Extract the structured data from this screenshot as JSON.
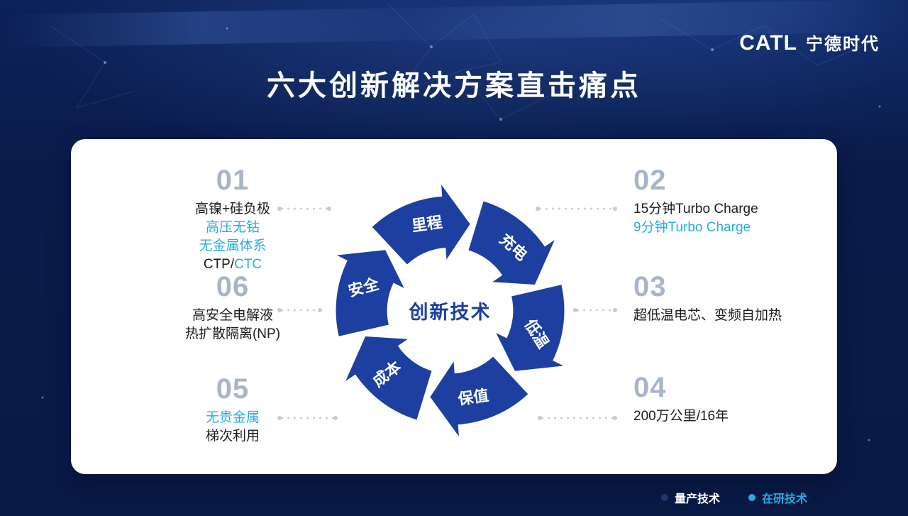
{
  "page": {
    "title": "六大创新解决方案直击痛点",
    "logo": {
      "latin": "CATL",
      "chinese": "宁德时代"
    }
  },
  "colors": {
    "arrow_blue": "#1C3FA0",
    "light_blue": "#29ABE2",
    "number_gray": "#A8B5C9",
    "dark_text": "#1B1B1B",
    "background_navy": "#0A1C4A",
    "legend_navy_dot": "#23356F",
    "leader_gray": "#C5CBD6"
  },
  "diagram": {
    "center_label": "创新技术",
    "segments": [
      {
        "label": "里程"
      },
      {
        "label": "充电"
      },
      {
        "label": "低温"
      },
      {
        "label": "保值"
      },
      {
        "label": "成本"
      },
      {
        "label": "安全"
      }
    ]
  },
  "items": [
    {
      "number": "01",
      "lines": [
        [
          {
            "text": "高镍+硅负极",
            "status": "production"
          }
        ],
        [
          {
            "text": "高压无钴",
            "status": "research"
          }
        ],
        [
          {
            "text": "无金属体系",
            "status": "research"
          }
        ],
        [
          {
            "text": "CTP/",
            "status": "production"
          },
          {
            "text": "CTC",
            "status": "research"
          }
        ]
      ]
    },
    {
      "number": "02",
      "lines": [
        [
          {
            "text": "15分钟Turbo Charge",
            "status": "production"
          }
        ],
        [
          {
            "text": "9分钟Turbo Charge",
            "status": "research"
          }
        ]
      ]
    },
    {
      "number": "03",
      "lines": [
        [
          {
            "text": "超低温电芯、变频自加热",
            "status": "production"
          }
        ]
      ]
    },
    {
      "number": "04",
      "lines": [
        [
          {
            "text": "200万公里/16年",
            "status": "production"
          }
        ]
      ]
    },
    {
      "number": "05",
      "lines": [
        [
          {
            "text": "无贵金属",
            "status": "research"
          }
        ],
        [
          {
            "text": "梯次利用",
            "status": "production"
          }
        ]
      ]
    },
    {
      "number": "06",
      "lines": [
        [
          {
            "text": "高安全电解液",
            "status": "production"
          }
        ],
        [
          {
            "text": "热扩散隔离(NP)",
            "status": "production"
          }
        ]
      ]
    }
  ],
  "legend": [
    {
      "label": "量产技术",
      "status": "production"
    },
    {
      "label": "在研技术",
      "status": "research"
    }
  ]
}
